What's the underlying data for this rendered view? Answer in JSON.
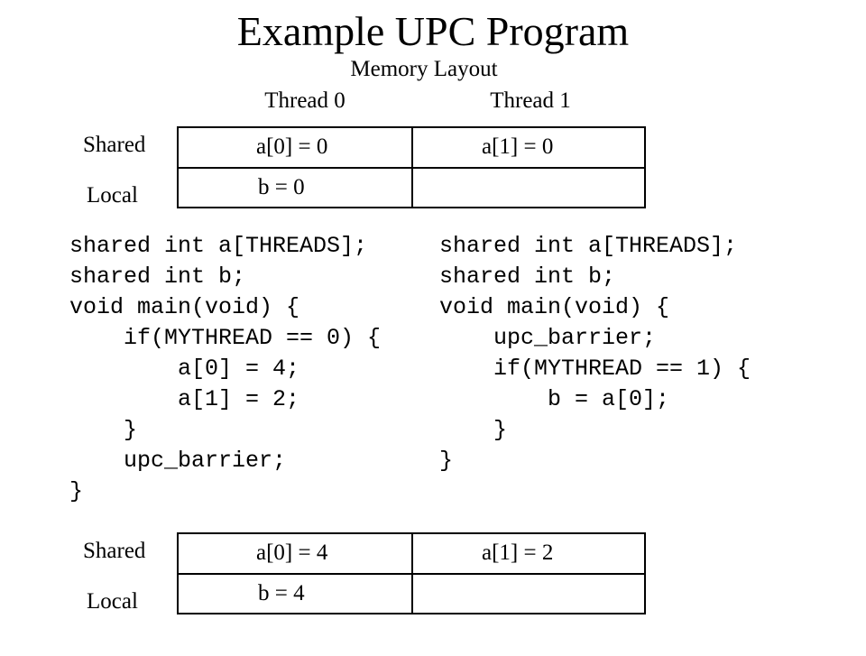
{
  "title": "Example UPC Program",
  "subtitle": "Memory Layout",
  "threads": [
    "Thread 0",
    "Thread 1"
  ],
  "row_labels": {
    "shared": "Shared",
    "local": "Local"
  },
  "before": {
    "shared": [
      "a[0] = 0",
      "a[1] = 0"
    ],
    "local": [
      "b = 0",
      ""
    ]
  },
  "code": {
    "thread0": "shared int a[THREADS];\nshared int b;\nvoid main(void) {\n    if(MYTHREAD == 0) {\n        a[0] = 4;\n        a[1] = 2;\n    }\n    upc_barrier;\n}",
    "thread1": "shared int a[THREADS];\nshared int b;\nvoid main(void) {\n    upc_barrier;\n    if(MYTHREAD == 1) {\n        b = a[0];\n    }\n}"
  },
  "after": {
    "shared": [
      "a[0] = 4",
      "a[1] = 2"
    ],
    "local": [
      "b = 4",
      ""
    ]
  }
}
